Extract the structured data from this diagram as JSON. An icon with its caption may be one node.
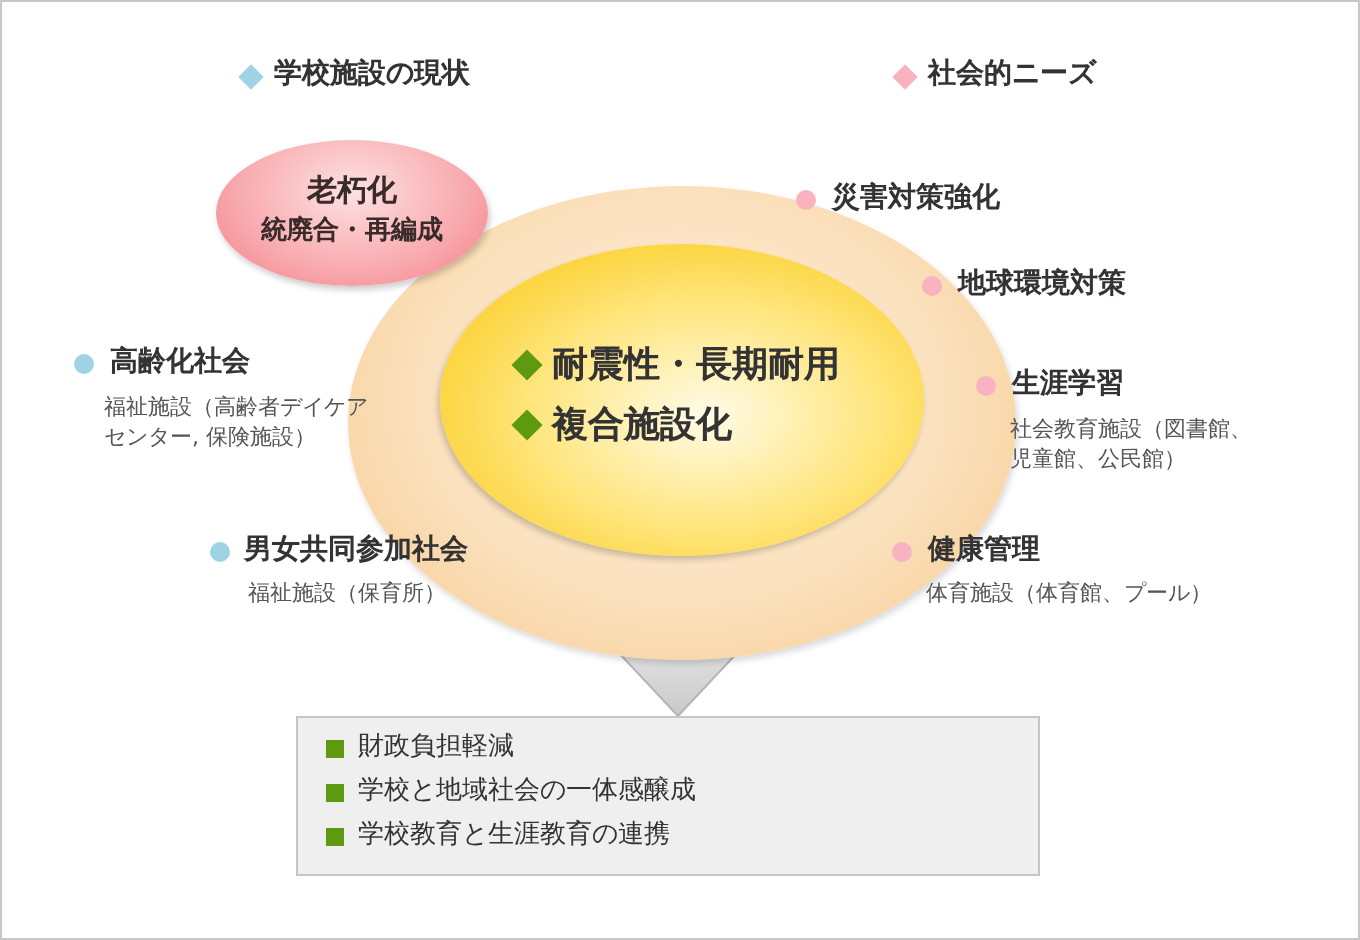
{
  "diagram": {
    "nodes": [
      {
        "text": [],
        "shape": "circle"
      },
      {
        "text": [
          "耐震性・長期耐用",
          "複合施設化"
        ],
        "in": 0
      },
      {
        "text": [
          "老朽化",
          "統廃合・再編成"
        ]
      },
      {
        "text": [
          "財政負担軽減",
          "学校と地域社会の一体感醸成",
          "学校教育と生涯教育の連携"
        ]
      }
    ],
    "edges": [
      {
        "from": 0,
        "to": 3,
        "arrow": "to"
      }
    ],
    "labels": [
      "高齢化社会",
      "福祉施設（高齢者デイケアセンター, 保険施設）",
      "男女共同参加社会",
      "福祉施設（保育所）",
      "災害対策強化",
      "地球環境対策",
      "生涯学習",
      "社会教育施設（図書館、児童館、公民館）",
      "健康管理",
      "体育施設（体育館、プール）"
    ],
    "legend": [
      {
        "text": "学校施設の現状",
        "color": "#9fd3e3"
      },
      {
        "text": "社会的ニーズ",
        "color": "#f9b3c0"
      }
    ]
  }
}
